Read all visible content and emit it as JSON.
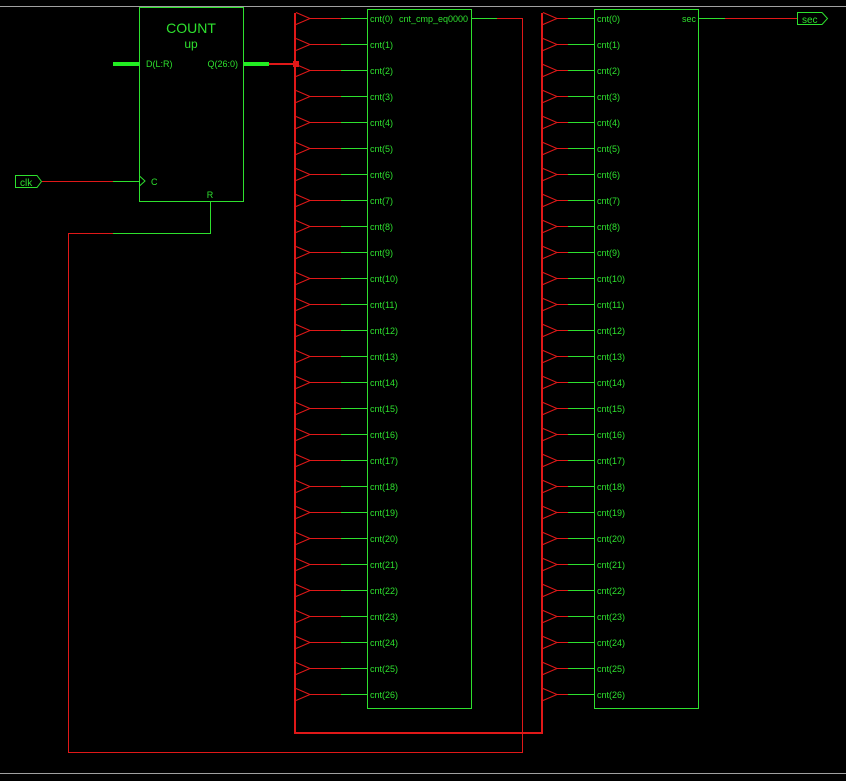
{
  "colors": {
    "block": "#2ee02e",
    "wire": "#e01818",
    "bus_green": "#22ee22",
    "frame": "#a0a0a0",
    "background": "#000000"
  },
  "counter": {
    "title": "COUNT",
    "subtitle": "up",
    "pins": {
      "d": "D(L:R)",
      "q": "Q(26:0)",
      "clock": "C",
      "reset": "R"
    }
  },
  "ports": {
    "clk": "clk",
    "sec": "sec"
  },
  "comparator": {
    "output_label": "cnt_cmp_eq0000",
    "inputs": [
      "cnt(0)",
      "cnt(1)",
      "cnt(2)",
      "cnt(3)",
      "cnt(4)",
      "cnt(5)",
      "cnt(6)",
      "cnt(7)",
      "cnt(8)",
      "cnt(9)",
      "cnt(10)",
      "cnt(11)",
      "cnt(12)",
      "cnt(13)",
      "cnt(14)",
      "cnt(15)",
      "cnt(16)",
      "cnt(17)",
      "cnt(18)",
      "cnt(19)",
      "cnt(20)",
      "cnt(21)",
      "cnt(22)",
      "cnt(23)",
      "cnt(24)",
      "cnt(25)",
      "cnt(26)"
    ]
  },
  "sec_block": {
    "output_label": "sec",
    "inputs": [
      "cnt(0)",
      "cnt(1)",
      "cnt(2)",
      "cnt(3)",
      "cnt(4)",
      "cnt(5)",
      "cnt(6)",
      "cnt(7)",
      "cnt(8)",
      "cnt(9)",
      "cnt(10)",
      "cnt(11)",
      "cnt(12)",
      "cnt(13)",
      "cnt(14)",
      "cnt(15)",
      "cnt(16)",
      "cnt(17)",
      "cnt(18)",
      "cnt(19)",
      "cnt(20)",
      "cnt(21)",
      "cnt(22)",
      "cnt(23)",
      "cnt(24)",
      "cnt(25)",
      "cnt(26)"
    ]
  }
}
